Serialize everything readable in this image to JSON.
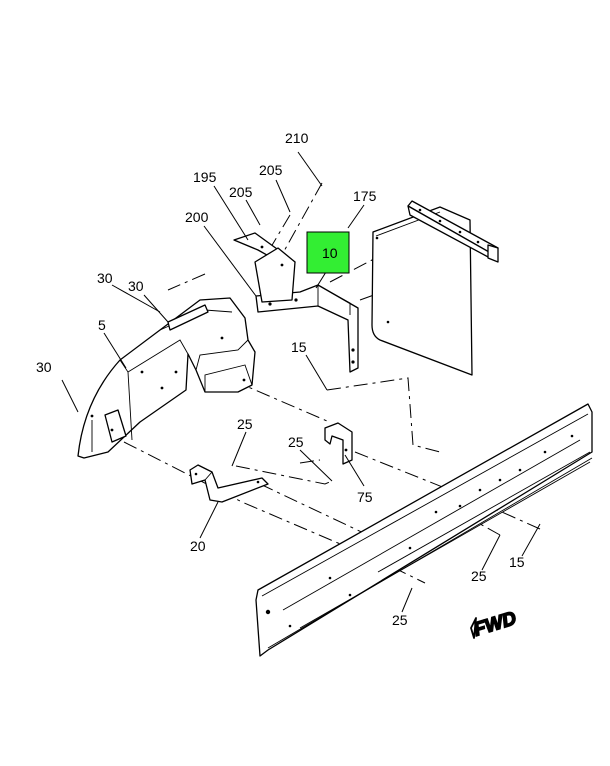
{
  "callouts": {
    "c210": "210",
    "c195": "195",
    "c205a": "205",
    "c205b": "205",
    "c175": "175",
    "c200": "200",
    "c10": "10",
    "c30a": "30",
    "c30b": "30",
    "c30c": "30",
    "c5": "5",
    "c15a": "15",
    "c25a": "25",
    "c25b": "25",
    "c75": "75",
    "c20": "20",
    "c25c": "25",
    "c15b": "15",
    "c25d": "25"
  },
  "direction_label": "FWD",
  "colors": {
    "highlight": "#33ee33",
    "ink": "#000000",
    "paper": "#ffffff"
  }
}
